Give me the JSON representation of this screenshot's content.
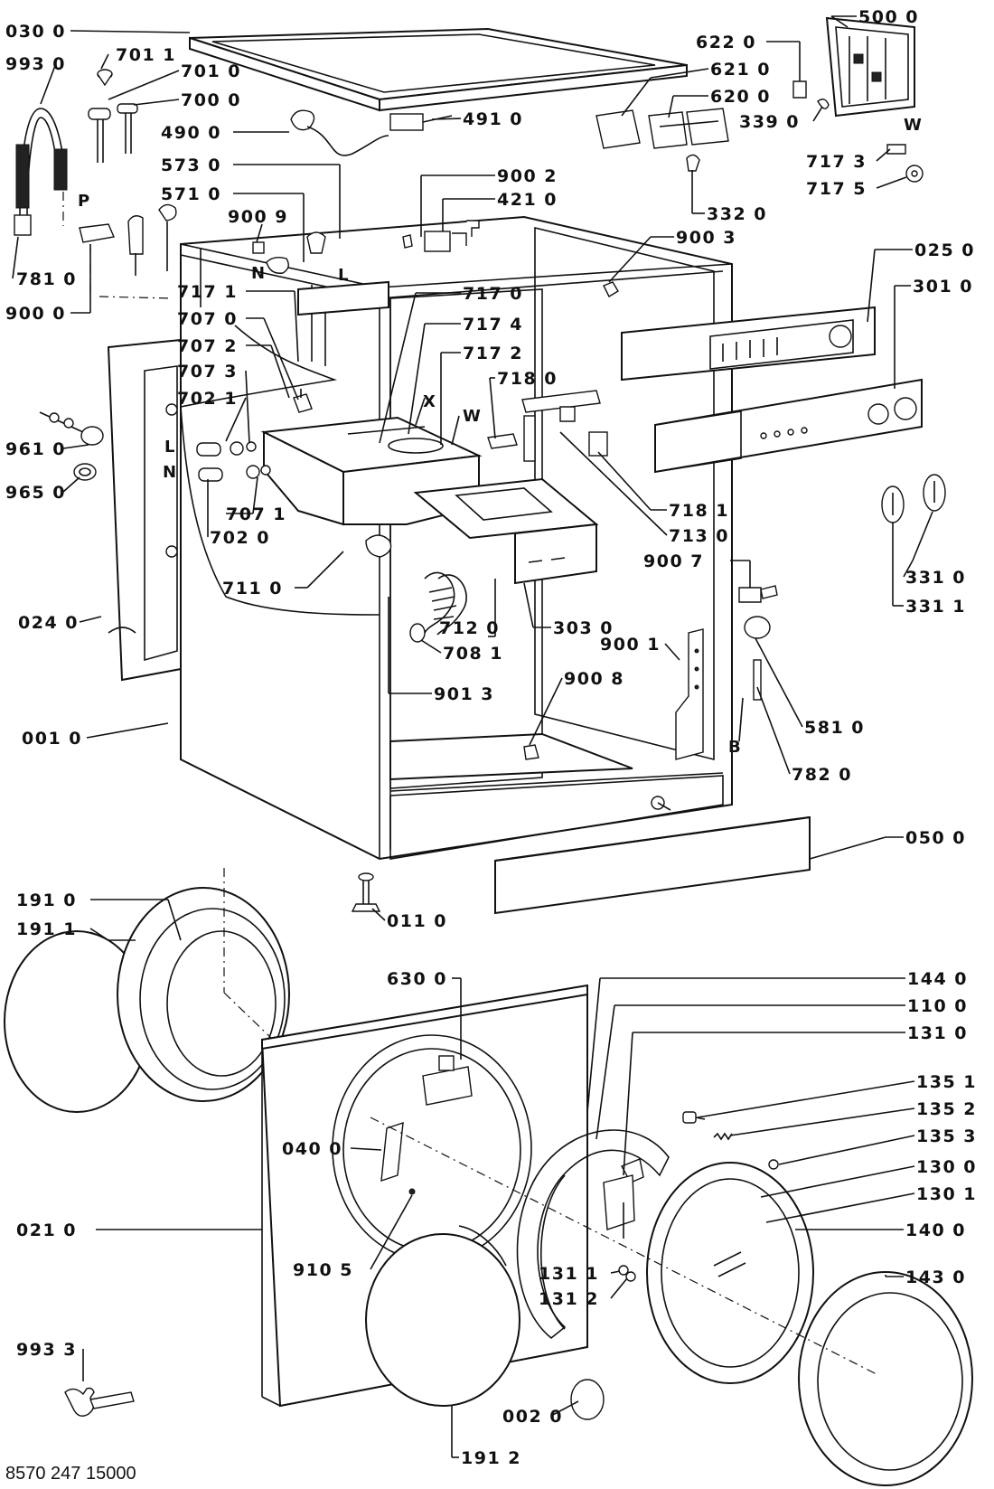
{
  "document_number": "8570 247 15000",
  "callouts": [
    {
      "id": "030-0",
      "text": "030 0"
    },
    {
      "id": "701-1",
      "text": "701 1"
    },
    {
      "id": "993-0",
      "text": "993 0"
    },
    {
      "id": "701-0",
      "text": "701 0"
    },
    {
      "id": "700-0",
      "text": "700 0"
    },
    {
      "id": "490-0",
      "text": "490 0"
    },
    {
      "id": "491-0",
      "text": "491 0"
    },
    {
      "id": "573-0",
      "text": "573 0"
    },
    {
      "id": "571-0",
      "text": "571 0"
    },
    {
      "id": "900-9",
      "text": "900 9"
    },
    {
      "id": "900-2",
      "text": "900 2"
    },
    {
      "id": "421-0",
      "text": "421 0"
    },
    {
      "id": "781-0",
      "text": "781 0"
    },
    {
      "id": "900-0",
      "text": "900 0"
    },
    {
      "id": "500-0",
      "text": "500 0"
    },
    {
      "id": "622-0",
      "text": "622 0"
    },
    {
      "id": "621-0",
      "text": "621 0"
    },
    {
      "id": "620-0",
      "text": "620 0"
    },
    {
      "id": "339-0",
      "text": "339 0"
    },
    {
      "id": "717-3",
      "text": "717 3"
    },
    {
      "id": "717-5",
      "text": "717 5"
    },
    {
      "id": "332-0",
      "text": "332 0"
    },
    {
      "id": "900-3",
      "text": "900 3"
    },
    {
      "id": "025-0",
      "text": "025 0"
    },
    {
      "id": "301-0",
      "text": "301 0"
    },
    {
      "id": "717-1",
      "text": "717 1"
    },
    {
      "id": "707-0",
      "text": "707 0"
    },
    {
      "id": "707-2",
      "text": "707 2"
    },
    {
      "id": "707-3",
      "text": "707 3"
    },
    {
      "id": "702-1",
      "text": "702 1"
    },
    {
      "id": "717-0",
      "text": "717 0"
    },
    {
      "id": "717-4",
      "text": "717 4"
    },
    {
      "id": "717-2",
      "text": "717 2"
    },
    {
      "id": "718-0",
      "text": "718 0"
    },
    {
      "id": "961-0",
      "text": "961 0"
    },
    {
      "id": "965-0",
      "text": "965 0"
    },
    {
      "id": "707-1",
      "text": "707 1"
    },
    {
      "id": "702-0",
      "text": "702 0"
    },
    {
      "id": "711-0",
      "text": "711 0"
    },
    {
      "id": "718-1",
      "text": "718 1"
    },
    {
      "id": "713-0",
      "text": "713 0"
    },
    {
      "id": "900-7",
      "text": "900 7"
    },
    {
      "id": "331-0",
      "text": "331 0"
    },
    {
      "id": "331-1",
      "text": "331 1"
    },
    {
      "id": "024-0",
      "text": "024 0"
    },
    {
      "id": "712-0",
      "text": "712 0"
    },
    {
      "id": "303-0",
      "text": "303 0"
    },
    {
      "id": "708-1",
      "text": "708 1"
    },
    {
      "id": "900-1",
      "text": "900 1"
    },
    {
      "id": "901-3",
      "text": "901 3"
    },
    {
      "id": "900-8",
      "text": "900 8"
    },
    {
      "id": "581-0",
      "text": "581 0"
    },
    {
      "id": "001-0",
      "text": "001 0"
    },
    {
      "id": "782-0",
      "text": "782 0"
    },
    {
      "id": "050-0",
      "text": "050 0"
    },
    {
      "id": "191-0",
      "text": "191 0"
    },
    {
      "id": "191-1",
      "text": "191 1"
    },
    {
      "id": "011-0",
      "text": "011 0"
    },
    {
      "id": "630-0",
      "text": "630 0"
    },
    {
      "id": "144-0",
      "text": "144 0"
    },
    {
      "id": "110-0",
      "text": "110 0"
    },
    {
      "id": "131-0",
      "text": "131 0"
    },
    {
      "id": "135-1",
      "text": "135 1"
    },
    {
      "id": "135-2",
      "text": "135 2"
    },
    {
      "id": "135-3",
      "text": "135 3"
    },
    {
      "id": "040-0",
      "text": "040 0"
    },
    {
      "id": "130-0",
      "text": "130 0"
    },
    {
      "id": "130-1",
      "text": "130 1"
    },
    {
      "id": "021-0",
      "text": "021 0"
    },
    {
      "id": "140-0",
      "text": "140 0"
    },
    {
      "id": "910-5",
      "text": "910 5"
    },
    {
      "id": "131-1",
      "text": "131 1"
    },
    {
      "id": "131-2",
      "text": "131 2"
    },
    {
      "id": "143-0",
      "text": "143 0"
    },
    {
      "id": "993-3",
      "text": "993 3"
    },
    {
      "id": "002-0",
      "text": "002 0"
    },
    {
      "id": "191-2",
      "text": "191 2"
    }
  ],
  "letters": [
    {
      "id": "P",
      "text": "P"
    },
    {
      "id": "N-valve",
      "text": "N"
    },
    {
      "id": "L-valve",
      "text": "L"
    },
    {
      "id": "W-top",
      "text": "W"
    },
    {
      "id": "X",
      "text": "X"
    },
    {
      "id": "W-mid",
      "text": "W"
    },
    {
      "id": "L-left",
      "text": "L"
    },
    {
      "id": "N-left",
      "text": "N"
    },
    {
      "id": "B",
      "text": "B"
    }
  ]
}
